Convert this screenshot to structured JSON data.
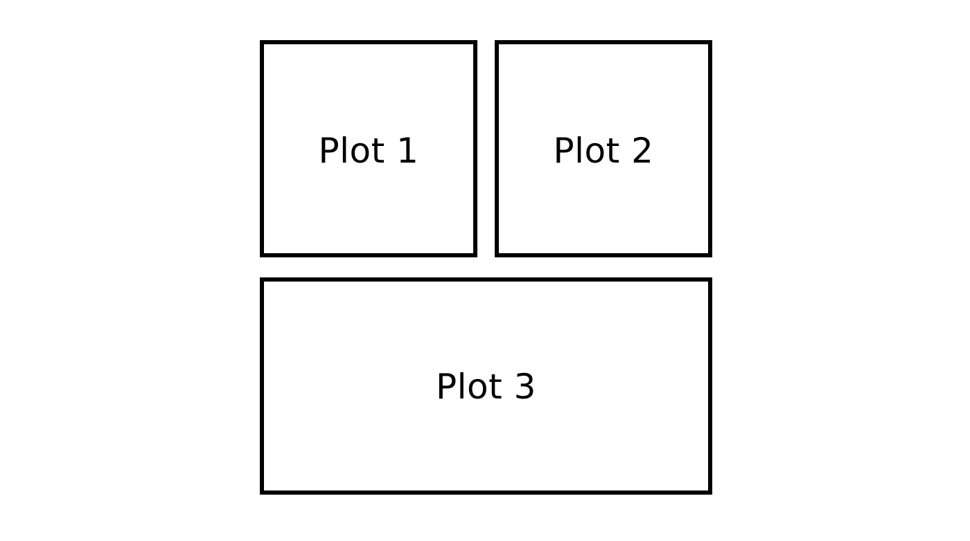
{
  "diagram": {
    "panels": [
      {
        "label": "Plot 1"
      },
      {
        "label": "Plot 2"
      },
      {
        "label": "Plot 3"
      }
    ]
  }
}
